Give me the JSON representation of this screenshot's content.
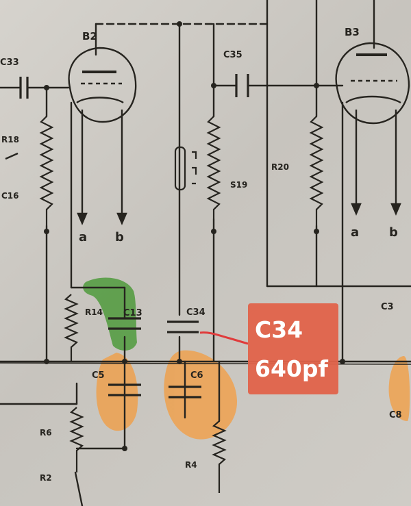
{
  "schematic": {
    "tubes": [
      {
        "label": "B2",
        "pin_a": "a",
        "pin_b": "b"
      },
      {
        "label": "B3",
        "pin_a": "a",
        "pin_b": "b"
      }
    ],
    "capacitors": [
      "C33",
      "C35",
      "C16",
      "C13",
      "C34",
      "C5",
      "C6",
      "C3",
      "C8"
    ],
    "resistors": [
      "R18",
      "R20",
      "R14",
      "R6",
      "R2",
      "R4"
    ],
    "switch": "S19",
    "highlight_colors": {
      "orange": "#f0a04a",
      "green": "#4f9a3c"
    },
    "callout_color": "#e0634a"
  },
  "callout": {
    "line1": "C34",
    "line2": "640pf"
  }
}
